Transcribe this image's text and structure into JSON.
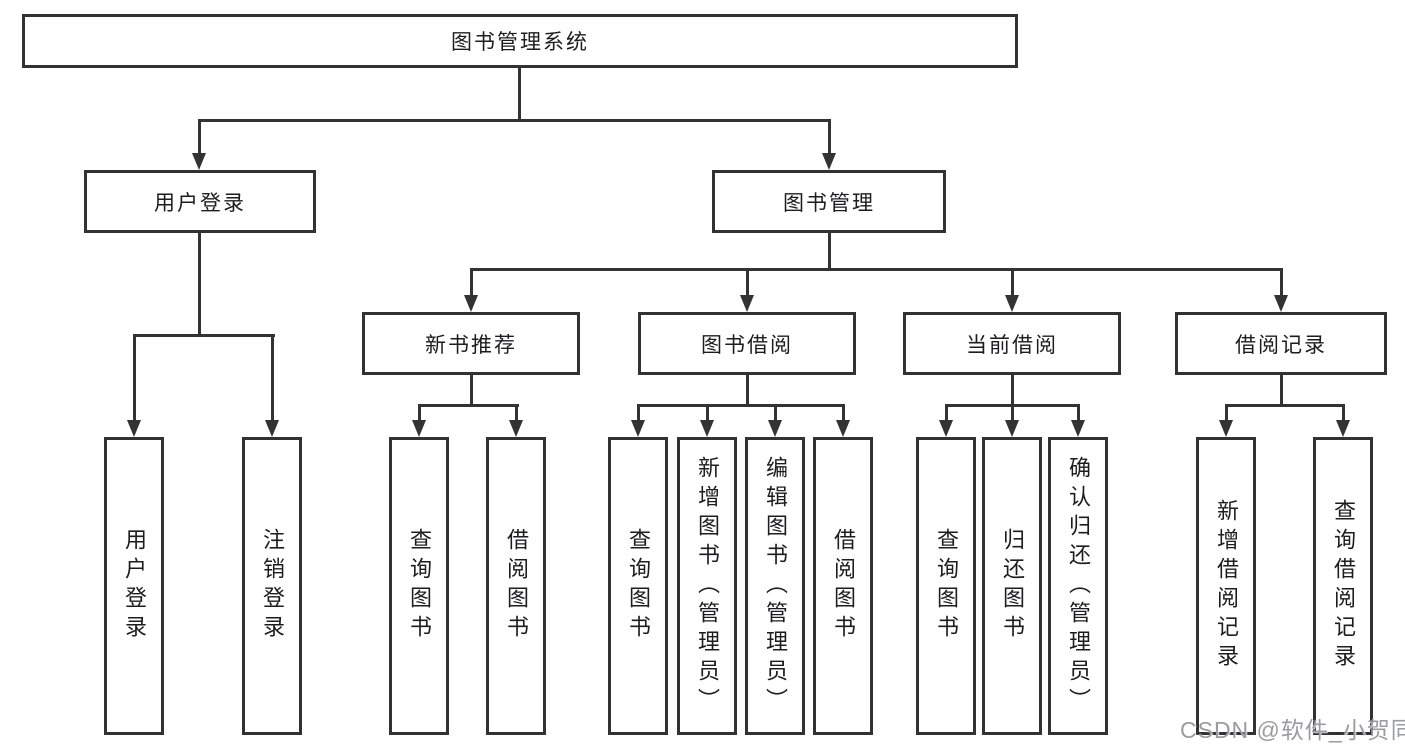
{
  "diagram": {
    "root": {
      "label": "图书管理系统"
    },
    "branches": [
      {
        "label": "用户登录",
        "children": [
          {
            "label": "用户登录"
          },
          {
            "label": "注销登录"
          }
        ]
      },
      {
        "label": "图书管理",
        "children": [
          {
            "label": "新书推荐",
            "children": [
              {
                "label": "查询图书"
              },
              {
                "label": "借阅图书"
              }
            ]
          },
          {
            "label": "图书借阅",
            "children": [
              {
                "label": "查询图书"
              },
              {
                "label": "新增图书（管理员）"
              },
              {
                "label": "编辑图书（管理员）"
              },
              {
                "label": "借阅图书"
              }
            ]
          },
          {
            "label": "当前借阅",
            "children": [
              {
                "label": "查询图书"
              },
              {
                "label": "归还图书"
              },
              {
                "label": "确认归还（管理员）"
              }
            ]
          },
          {
            "label": "借阅记录",
            "children": [
              {
                "label": "新增借阅记录"
              },
              {
                "label": "查询借阅记录"
              }
            ]
          }
        ]
      }
    ]
  },
  "watermark": "CSDN @软件_小贺同学",
  "colors": {
    "line": "#333333",
    "border": "#323232",
    "text": "#1d1d1f",
    "watermark": "#9b9ba3",
    "background": "#ffffff"
  }
}
